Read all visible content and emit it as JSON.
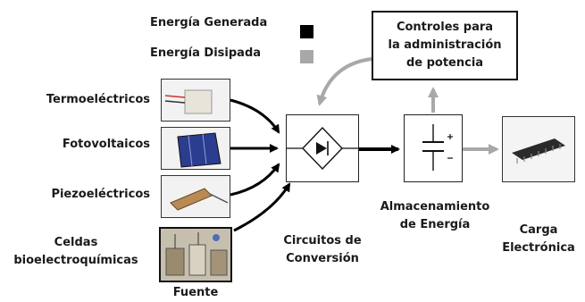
{
  "legend": {
    "generated_label": "Energía Generada",
    "dissipated_label": "Energía Disipada",
    "generated_color": "#000000",
    "dissipated_color": "#a8a8a8"
  },
  "sources": {
    "thermoelectric": "Termoeléctricos",
    "photovoltaic": "Fotovoltaicos",
    "piezoelectric": "Piezoeléctricos",
    "bioelectrochemical_line1": "Celdas",
    "bioelectrochemical_line2": "bioelectroquímicas",
    "caption": "Fuente"
  },
  "conversion": {
    "line1": "Circuitos de",
    "line2": "Conversión"
  },
  "storage": {
    "line1": "Almacenamiento",
    "line2": "de Energía"
  },
  "load": {
    "line1": "Carga",
    "line2": "Electrónica"
  },
  "controls": {
    "line1": "Controles para",
    "line2": "la administración",
    "line3": "de potencia"
  }
}
